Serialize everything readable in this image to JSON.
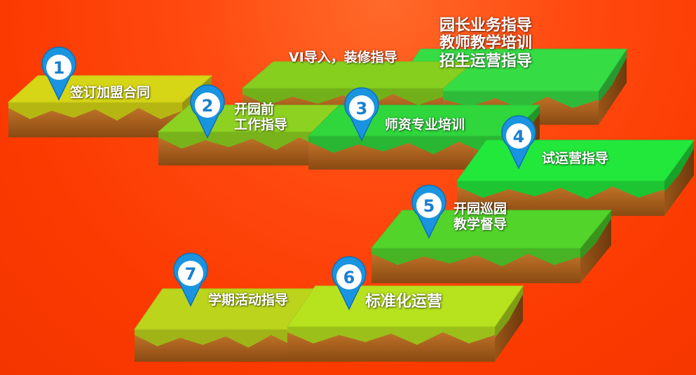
{
  "colors": {
    "background": "#fb3a00",
    "pin": "#1a94e0",
    "pin_inner": "#ffffff",
    "soil": "#b8671e",
    "soil_dark": "#8a4a12",
    "label": "#ffffff"
  },
  "steps": [
    {
      "number": "1",
      "lines": [
        "签订加盟合同"
      ],
      "grass": "#d6d616"
    },
    {
      "number": "2",
      "lines": [
        "开园前",
        "工作指导"
      ],
      "grass": "#8ed221"
    },
    {
      "number": "",
      "lines": [
        "VI导入，装修指导"
      ],
      "grass": "#86cf1f"
    },
    {
      "number": "3",
      "lines": [
        "师资专业培训"
      ],
      "grass": "#2fd63c"
    },
    {
      "number": "",
      "lines": [
        "园长业务指导",
        "教师教学培训",
        "招生运营指导"
      ],
      "grass": "#36dc44"
    },
    {
      "number": "4",
      "lines": [
        "试运营指导"
      ],
      "grass": "#22e83c"
    },
    {
      "number": "5",
      "lines": [
        "开园巡园",
        "教学督导"
      ],
      "grass": "#52d42a"
    },
    {
      "number": "6",
      "lines": [
        "标准化运营"
      ],
      "grass": "#b6e21e"
    },
    {
      "number": "7",
      "lines": [
        "学期活动指导"
      ],
      "grass": "#bcd41c"
    }
  ]
}
